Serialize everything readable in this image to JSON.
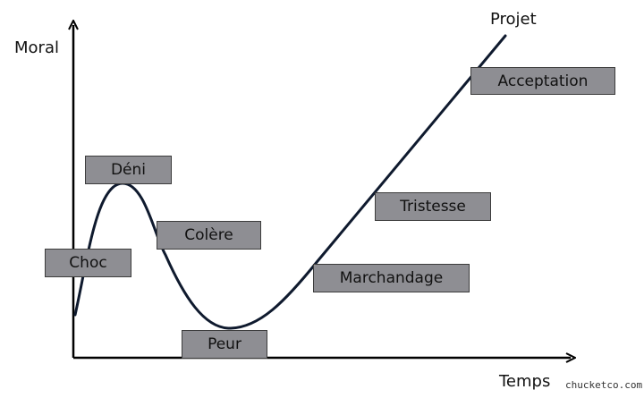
{
  "axes": {
    "y_label": "Moral",
    "x_label": "Temps",
    "curve_end_label": "Projet"
  },
  "stages": [
    {
      "id": "choc",
      "label": "Choc"
    },
    {
      "id": "deni",
      "label": "Déni"
    },
    {
      "id": "colere",
      "label": "Colère"
    },
    {
      "id": "peur",
      "label": "Peur"
    },
    {
      "id": "marchandage",
      "label": "Marchandage"
    },
    {
      "id": "tristesse",
      "label": "Tristesse"
    },
    {
      "id": "acceptation",
      "label": "Acceptation"
    }
  ],
  "colors": {
    "curve": "#0f1a2e",
    "axis": "#000000",
    "box_fill": "#8e8e93",
    "box_border": "#3c3c3c"
  },
  "watermark": "chucketco.com"
}
